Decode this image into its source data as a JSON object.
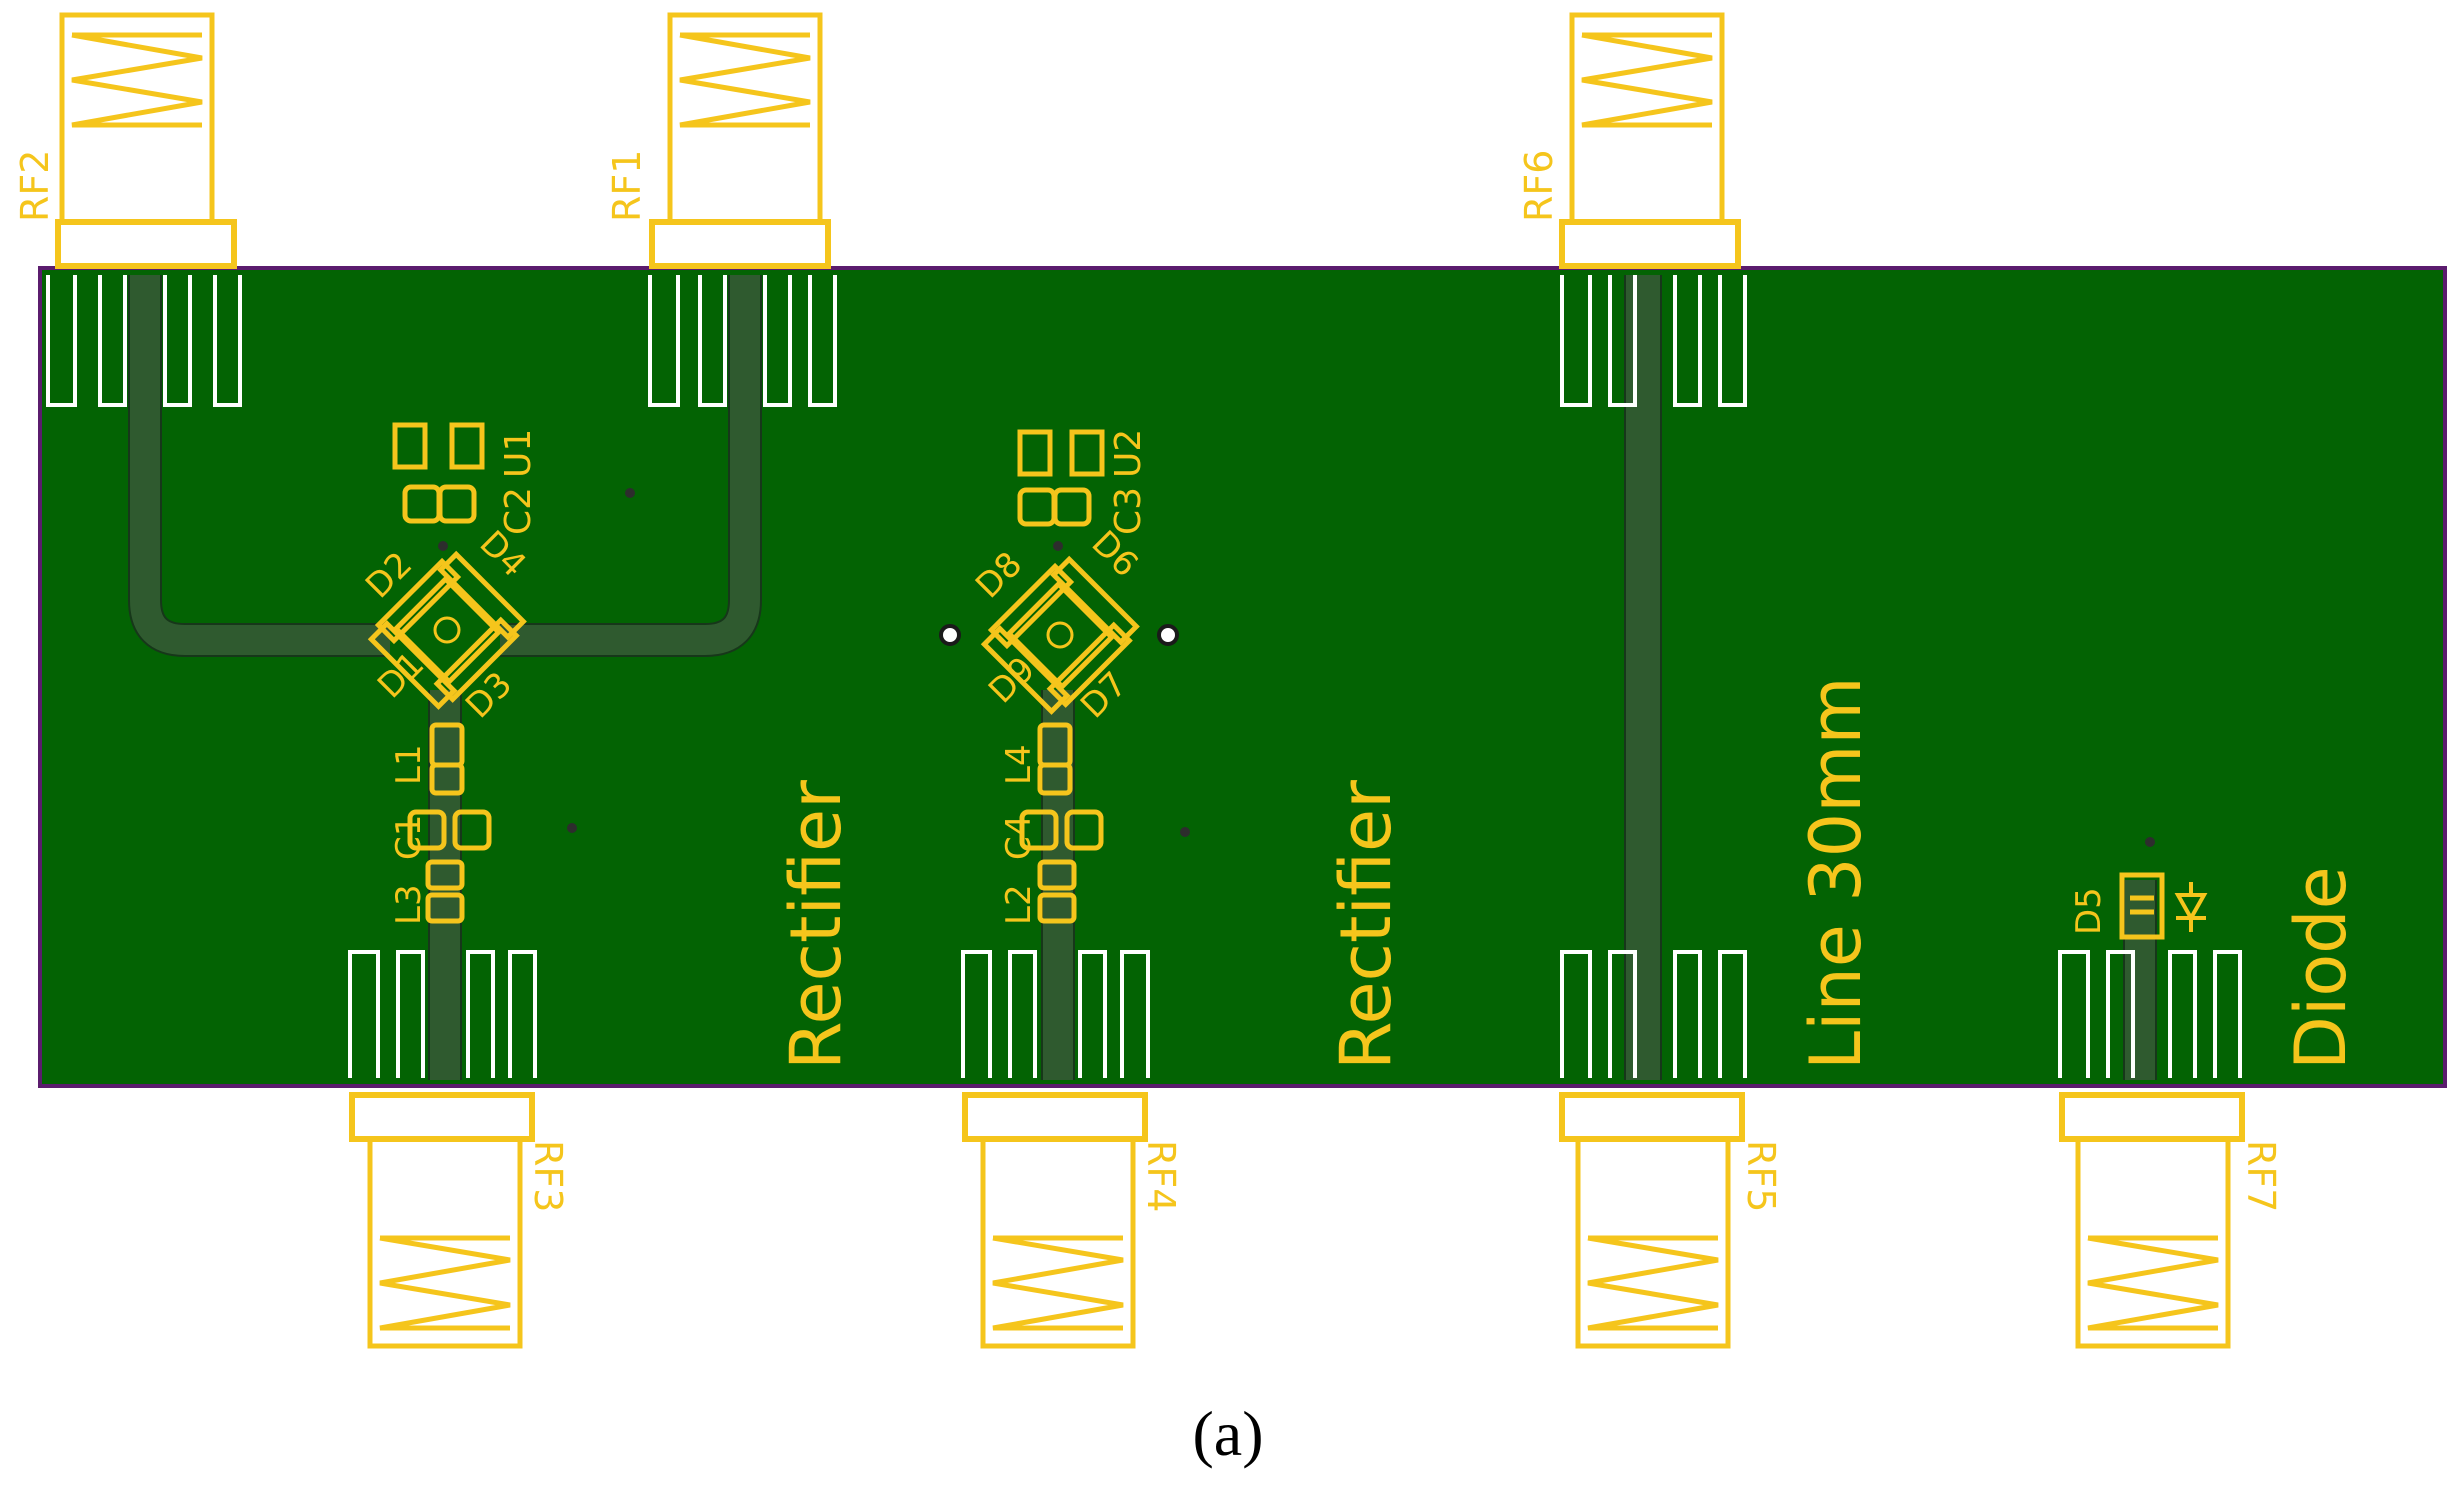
{
  "colors": {
    "board": "#036303",
    "board_edge": "#5b1c6e",
    "silk": "#f5c51c",
    "trace": "#2f5a2f",
    "trace_line": "#17371a",
    "background": "#ffffff"
  },
  "connectors": {
    "rf2": "RF2",
    "rf1": "RF1",
    "rf6": "RF6",
    "rf3": "RF3",
    "rf4": "RF4",
    "rf5": "RF5",
    "rf7": "RF7"
  },
  "components": {
    "u1": "U1",
    "c2": "C2",
    "d2": "D2",
    "d4": "D4",
    "d1": "D1",
    "d3": "D3",
    "l1": "L1",
    "c1": "C1",
    "l3": "L3",
    "u2": "U2",
    "c3": "C3",
    "d8": "D8",
    "d6_top": "D6",
    "d9": "D9",
    "d7": "D7",
    "l4": "L4",
    "c4": "C4",
    "l2": "L2",
    "d5": "D5"
  },
  "section_labels": {
    "rectifier_1": "Rectifier",
    "rectifier_2": "Rectifier",
    "line": "Line 30mm",
    "diode": "Diode"
  },
  "caption": "(a)"
}
